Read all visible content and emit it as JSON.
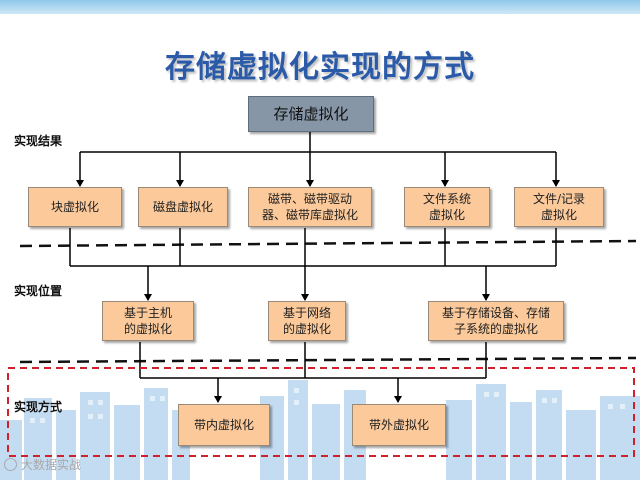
{
  "title": "存储虚拟化实现的方式",
  "root": "存储虚拟化",
  "level_labels": {
    "result": "实现结果",
    "position": "实现位置",
    "method": "实现方式"
  },
  "results": [
    "块虚拟化",
    "磁盘虚拟化",
    "磁带、磁带驱动\n器、磁带库虚拟化",
    "文件系统\n虚拟化",
    "文件/记录\n虚拟化"
  ],
  "positions": [
    "基于主机\n的虚拟化",
    "基于网络\n的虚拟化",
    "基于存储设备、存储\n子系统的虚拟化"
  ],
  "methods": [
    "带内虚拟化",
    "带外虚拟化"
  ],
  "watermark": "大数据实战",
  "colors": {
    "title": "#2a5aa8",
    "node_fill": "#fbc99a",
    "root_fill": "#8696a6",
    "dashed_line": "#111111",
    "red_dashed_box": "#d0202a",
    "skyline": "#b8d6ef"
  }
}
